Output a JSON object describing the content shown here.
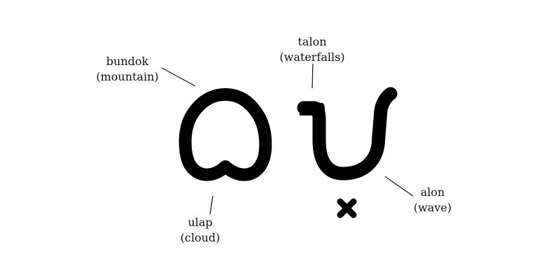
{
  "colors": {
    "glyph": "#000000",
    "leader": "#111111",
    "text": "#111111",
    "background": "#ffffff"
  },
  "labels": {
    "bundok": {
      "word": "bundok",
      "gloss": "(mountain)"
    },
    "talon": {
      "word": "talon",
      "gloss": "(waterfalls)"
    },
    "ulap": {
      "word": "ulap",
      "gloss": "(cloud)"
    },
    "alon": {
      "word": "alon",
      "gloss": "(wave)"
    }
  }
}
